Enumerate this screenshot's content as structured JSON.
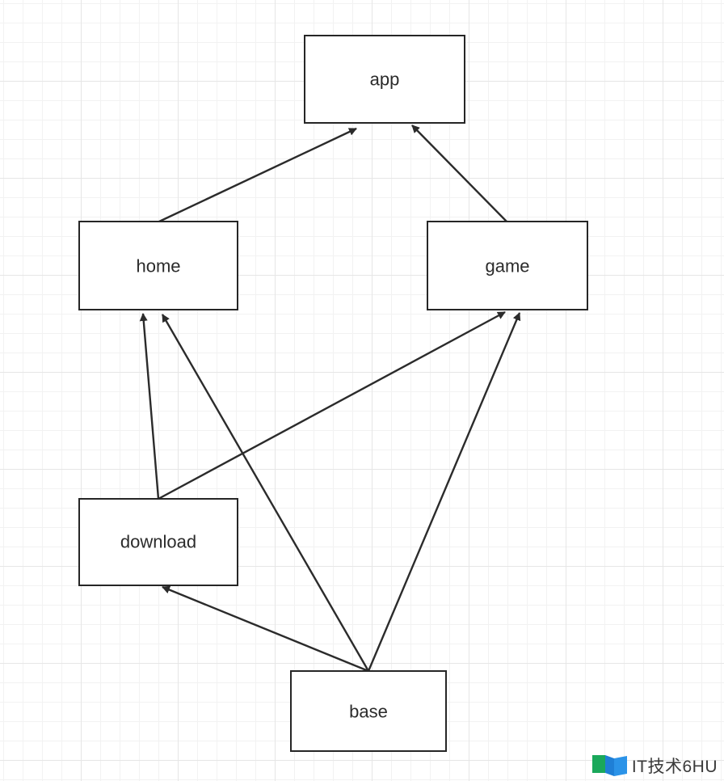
{
  "nodes": [
    {
      "id": "app",
      "label": "app"
    },
    {
      "id": "home",
      "label": "home"
    },
    {
      "id": "game",
      "label": "game"
    },
    {
      "id": "download",
      "label": "download"
    },
    {
      "id": "base",
      "label": "base"
    }
  ],
  "edges": [
    {
      "from": "home",
      "to": "app"
    },
    {
      "from": "game",
      "to": "app"
    },
    {
      "from": "download",
      "to": "home"
    },
    {
      "from": "download",
      "to": "game"
    },
    {
      "from": "base",
      "to": "home"
    },
    {
      "from": "base",
      "to": "download"
    },
    {
      "from": "base",
      "to": "game"
    }
  ],
  "watermark": {
    "text": "IT技术6HU",
    "icon": "book-logo-icon"
  }
}
